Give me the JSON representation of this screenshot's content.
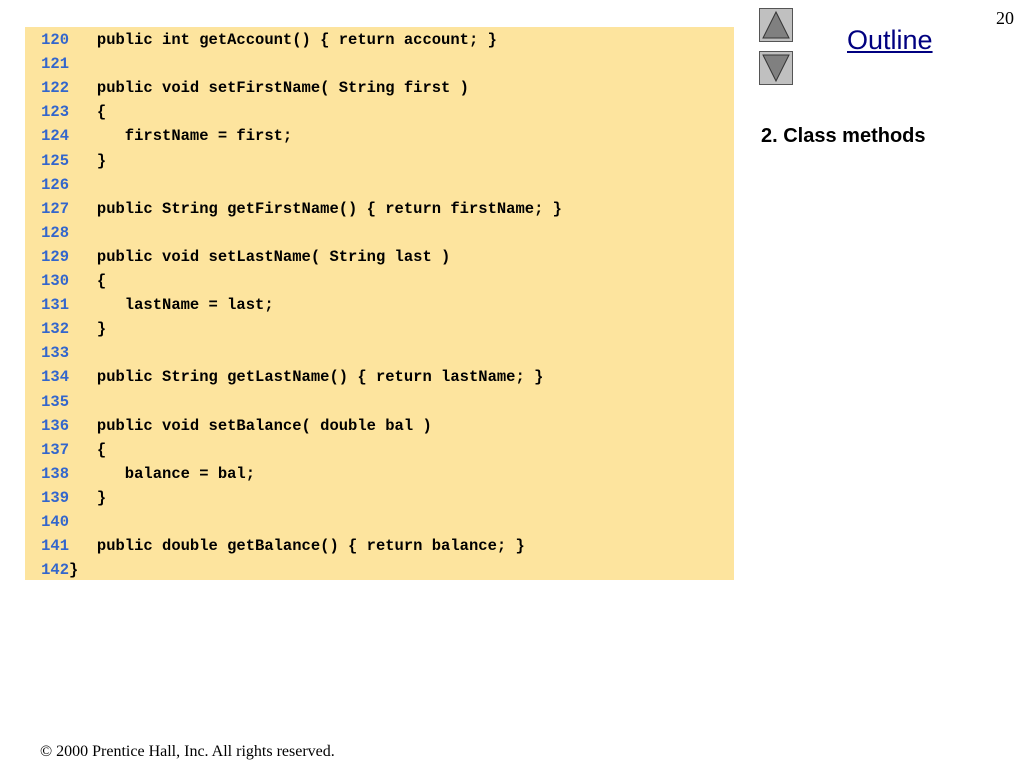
{
  "page_number": "20",
  "outline_label": "Outline",
  "section_title": "2. Class methods",
  "copyright": "© 2000 Prentice Hall, Inc.  All rights reserved.",
  "nav": {
    "up_icon": "triangle-up-icon",
    "down_icon": "triangle-down-icon"
  },
  "colors": {
    "code_background": "#fde49e",
    "line_number": "#3366cc",
    "outline_link": "#000080",
    "nav_button": "#c0c0c0",
    "nav_triangle": "#808080"
  },
  "code_lines": [
    {
      "num": "120",
      "code": "   public int getAccount() { return account; }"
    },
    {
      "num": "121",
      "code": ""
    },
    {
      "num": "122",
      "code": "   public void setFirstName( String first )"
    },
    {
      "num": "123",
      "code": "   {"
    },
    {
      "num": "124",
      "code": "      firstName = first;"
    },
    {
      "num": "125",
      "code": "   }"
    },
    {
      "num": "126",
      "code": ""
    },
    {
      "num": "127",
      "code": "   public String getFirstName() { return firstName; }"
    },
    {
      "num": "128",
      "code": ""
    },
    {
      "num": "129",
      "code": "   public void setLastName( String last )"
    },
    {
      "num": "130",
      "code": "   {"
    },
    {
      "num": "131",
      "code": "      lastName = last;"
    },
    {
      "num": "132",
      "code": "   }"
    },
    {
      "num": "133",
      "code": ""
    },
    {
      "num": "134",
      "code": "   public String getLastName() { return lastName; }"
    },
    {
      "num": "135",
      "code": ""
    },
    {
      "num": "136",
      "code": "   public void setBalance( double bal )"
    },
    {
      "num": "137",
      "code": "   {"
    },
    {
      "num": "138",
      "code": "      balance = bal;"
    },
    {
      "num": "139",
      "code": "   }"
    },
    {
      "num": "140",
      "code": ""
    },
    {
      "num": "141",
      "code": "   public double getBalance() { return balance; }"
    },
    {
      "num": "142",
      "code": "}"
    }
  ]
}
